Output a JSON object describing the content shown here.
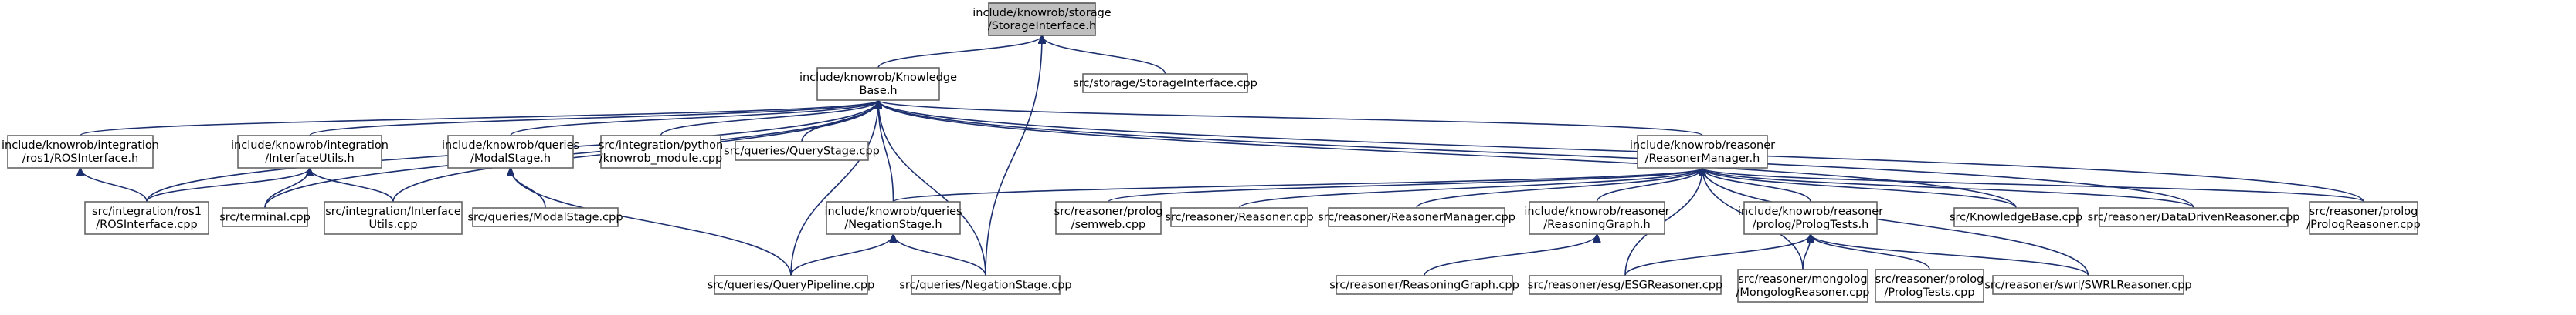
{
  "graph": {
    "type": "include-dependency-graph",
    "colors": {
      "root_fill": "#bfbfbf",
      "node_fill": "#ffffff",
      "node_border": "#666666",
      "edge": "#1c2f6e",
      "text": "#000000"
    },
    "nodes": [
      {
        "id": "storage_h",
        "lines": [
          "include/knowrob/storage",
          "/StorageInterface.h"
        ],
        "root": true
      },
      {
        "id": "storage_cpp",
        "lines": [
          "src/storage/StorageInterface.cpp"
        ]
      },
      {
        "id": "kb_h",
        "lines": [
          "include/knowrob/Knowledge",
          "Base.h"
        ]
      },
      {
        "id": "ros1_h",
        "lines": [
          "include/knowrob/integration",
          "/ros1/ROSInterface.h"
        ]
      },
      {
        "id": "iutils_h",
        "lines": [
          "include/knowrob/integration",
          "/InterfaceUtils.h"
        ]
      },
      {
        "id": "modal_h",
        "lines": [
          "include/knowrob/queries",
          "/ModalStage.h"
        ]
      },
      {
        "id": "python_cpp",
        "lines": [
          "src/integration/python",
          "/knowrob_module.cpp"
        ]
      },
      {
        "id": "querystage_cpp",
        "lines": [
          "src/queries/QueryStage.cpp"
        ]
      },
      {
        "id": "ros1_cpp",
        "lines": [
          "src/integration/ros1",
          "/ROSInterface.cpp"
        ]
      },
      {
        "id": "terminal_cpp",
        "lines": [
          "src/terminal.cpp"
        ]
      },
      {
        "id": "iutils_cpp",
        "lines": [
          "src/integration/Interface",
          "Utils.cpp"
        ]
      },
      {
        "id": "modal_cpp",
        "lines": [
          "src/queries/ModalStage.cpp"
        ]
      },
      {
        "id": "negation_h",
        "lines": [
          "include/knowrob/queries",
          "/NegationStage.h"
        ]
      },
      {
        "id": "pipeline_cpp",
        "lines": [
          "src/queries/QueryPipeline.cpp"
        ]
      },
      {
        "id": "negation_cpp",
        "lines": [
          "src/queries/NegationStage.cpp"
        ]
      },
      {
        "id": "rm_h",
        "lines": [
          "include/knowrob/reasoner",
          "/ReasonerManager.h"
        ]
      },
      {
        "id": "semweb_cpp",
        "lines": [
          "src/reasoner/prolog",
          "/semweb.cpp"
        ]
      },
      {
        "id": "reasoner_cpp",
        "lines": [
          "src/reasoner/Reasoner.cpp"
        ]
      },
      {
        "id": "rm_cpp",
        "lines": [
          "src/reasoner/ReasonerManager.cpp"
        ]
      },
      {
        "id": "rg_h",
        "lines": [
          "include/knowrob/reasoner",
          "/ReasoningGraph.h"
        ]
      },
      {
        "id": "plt_h",
        "lines": [
          "include/knowrob/reasoner",
          "/prolog/PrologTests.h"
        ]
      },
      {
        "id": "kb_cpp",
        "lines": [
          "src/KnowledgeBase.cpp"
        ]
      },
      {
        "id": "ddr_cpp",
        "lines": [
          "src/reasoner/DataDrivenReasoner.cpp"
        ]
      },
      {
        "id": "plr_cpp",
        "lines": [
          "src/reasoner/prolog",
          "/PrologReasoner.cpp"
        ]
      },
      {
        "id": "rg_cpp",
        "lines": [
          "src/reasoner/ReasoningGraph.cpp"
        ]
      },
      {
        "id": "esg_cpp",
        "lines": [
          "src/reasoner/esg/ESGReasoner.cpp"
        ]
      },
      {
        "id": "mongolog_cpp",
        "lines": [
          "src/reasoner/mongolog",
          "/MongologReasoner.cpp"
        ]
      },
      {
        "id": "plt_cpp",
        "lines": [
          "src/reasoner/prolog",
          "/PrologTests.cpp"
        ]
      },
      {
        "id": "swrl_cpp",
        "lines": [
          "src/reasoner/swrl/SWRLReasoner.cpp"
        ]
      }
    ],
    "edges": [
      [
        "storage_cpp",
        "storage_h"
      ],
      [
        "kb_h",
        "storage_h"
      ],
      [
        "negation_cpp",
        "storage_h"
      ],
      [
        "ros1_h",
        "kb_h"
      ],
      [
        "iutils_h",
        "kb_h"
      ],
      [
        "modal_h",
        "kb_h"
      ],
      [
        "python_cpp",
        "kb_h"
      ],
      [
        "querystage_cpp",
        "kb_h"
      ],
      [
        "ros1_cpp",
        "kb_h"
      ],
      [
        "terminal_cpp",
        "kb_h"
      ],
      [
        "iutils_cpp",
        "kb_h"
      ],
      [
        "negation_h",
        "kb_h"
      ],
      [
        "pipeline_cpp",
        "kb_h"
      ],
      [
        "negation_cpp",
        "kb_h"
      ],
      [
        "rm_h",
        "kb_h"
      ],
      [
        "kb_cpp",
        "kb_h"
      ],
      [
        "ddr_cpp",
        "kb_h"
      ],
      [
        "plr_cpp",
        "kb_h"
      ],
      [
        "ros1_cpp",
        "ros1_h"
      ],
      [
        "ros1_cpp",
        "iutils_h"
      ],
      [
        "terminal_cpp",
        "iutils_h"
      ],
      [
        "iutils_cpp",
        "iutils_h"
      ],
      [
        "modal_cpp",
        "modal_h"
      ],
      [
        "pipeline_cpp",
        "modal_h"
      ],
      [
        "negation_h",
        "rm_h"
      ],
      [
        "semweb_cpp",
        "rm_h"
      ],
      [
        "reasoner_cpp",
        "rm_h"
      ],
      [
        "rm_cpp",
        "rm_h"
      ],
      [
        "rg_h",
        "rm_h"
      ],
      [
        "plt_h",
        "rm_h"
      ],
      [
        "kb_cpp",
        "rm_h"
      ],
      [
        "ddr_cpp",
        "rm_h"
      ],
      [
        "plr_cpp",
        "rm_h"
      ],
      [
        "esg_cpp",
        "rm_h"
      ],
      [
        "mongolog_cpp",
        "rm_h"
      ],
      [
        "swrl_cpp",
        "rm_h"
      ],
      [
        "pipeline_cpp",
        "negation_h"
      ],
      [
        "negation_cpp",
        "negation_h"
      ],
      [
        "rg_cpp",
        "rg_h"
      ],
      [
        "esg_cpp",
        "plt_h"
      ],
      [
        "mongolog_cpp",
        "plt_h"
      ],
      [
        "plt_cpp",
        "plt_h"
      ],
      [
        "swrl_cpp",
        "plt_h"
      ]
    ]
  }
}
